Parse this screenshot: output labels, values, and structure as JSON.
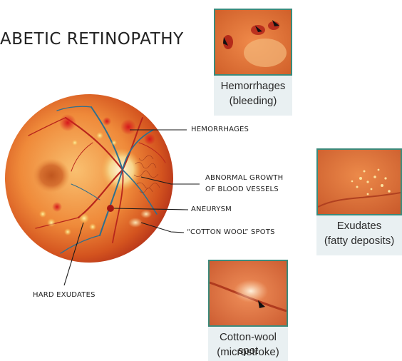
{
  "title": "ABETIC RETINOPATHY",
  "labels": {
    "hemorrhages": "HEMORRHAGES",
    "abnormal_growth_line1": "ABNORMAL GROWTH",
    "abnormal_growth_line2": "OF BLOOD VESSELS",
    "aneurysm": "ANEURYSM",
    "cotton_wool": "“COTTON WOOL” SPOTS",
    "hard_exudates": "HARD EXUDATES"
  },
  "cards": {
    "hemorrhages": {
      "line1": "Hemorrhages",
      "line2": "(bleeding)"
    },
    "exudates": {
      "line1": "Exudates",
      "line2": "(fatty deposits)"
    },
    "cotton_wool": {
      "line1": "Cotton-wool spot",
      "line2": "(microstroke)"
    }
  },
  "colors": {
    "card_border": "#3b8a7b",
    "card_bg": "#e9f0f2",
    "retina_center": "#f7b45a",
    "retina_edge": "#c9361a"
  }
}
